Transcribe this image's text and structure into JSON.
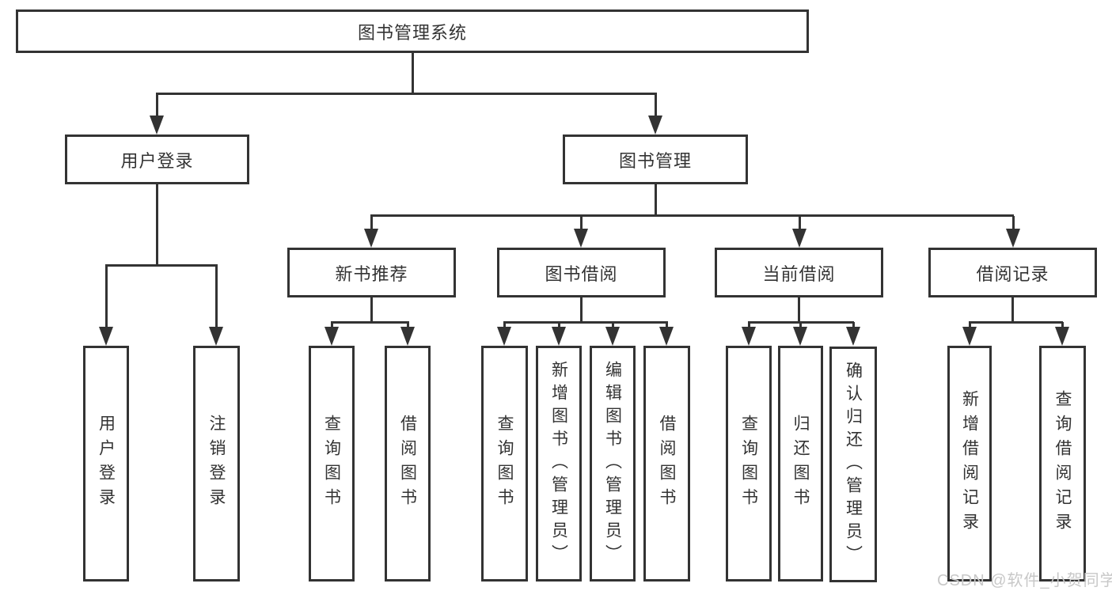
{
  "diagram": {
    "root": {
      "label": "图书管理系统"
    },
    "level2": {
      "user_login": {
        "label": "用户登录"
      },
      "book_mgmt": {
        "label": "图书管理"
      }
    },
    "level3": {
      "new_book": {
        "label": "新书推荐"
      },
      "book_borrow": {
        "label": "图书借阅"
      },
      "current_borrow": {
        "label": "当前借阅"
      },
      "borrow_record": {
        "label": "借阅记录"
      }
    },
    "leaves": {
      "user_login": [
        "用户登录",
        "注销登录"
      ],
      "new_book": [
        "查询图书",
        "借阅图书"
      ],
      "book_borrow": [
        "查询图书",
        "新增图书（管理员）",
        "编辑图书（管理员）",
        "借阅图书"
      ],
      "current_borrow": [
        "查询图书",
        "归还图书",
        "确认归还（管理员）"
      ],
      "borrow_record": [
        "新增借阅记录",
        "查询借阅记录"
      ]
    },
    "watermark": "CSDN @软件_小贺同学",
    "colors": {
      "line": "#333333",
      "text": "#333333",
      "watermark": "#c8c8c8",
      "background": "#ffffff"
    }
  }
}
